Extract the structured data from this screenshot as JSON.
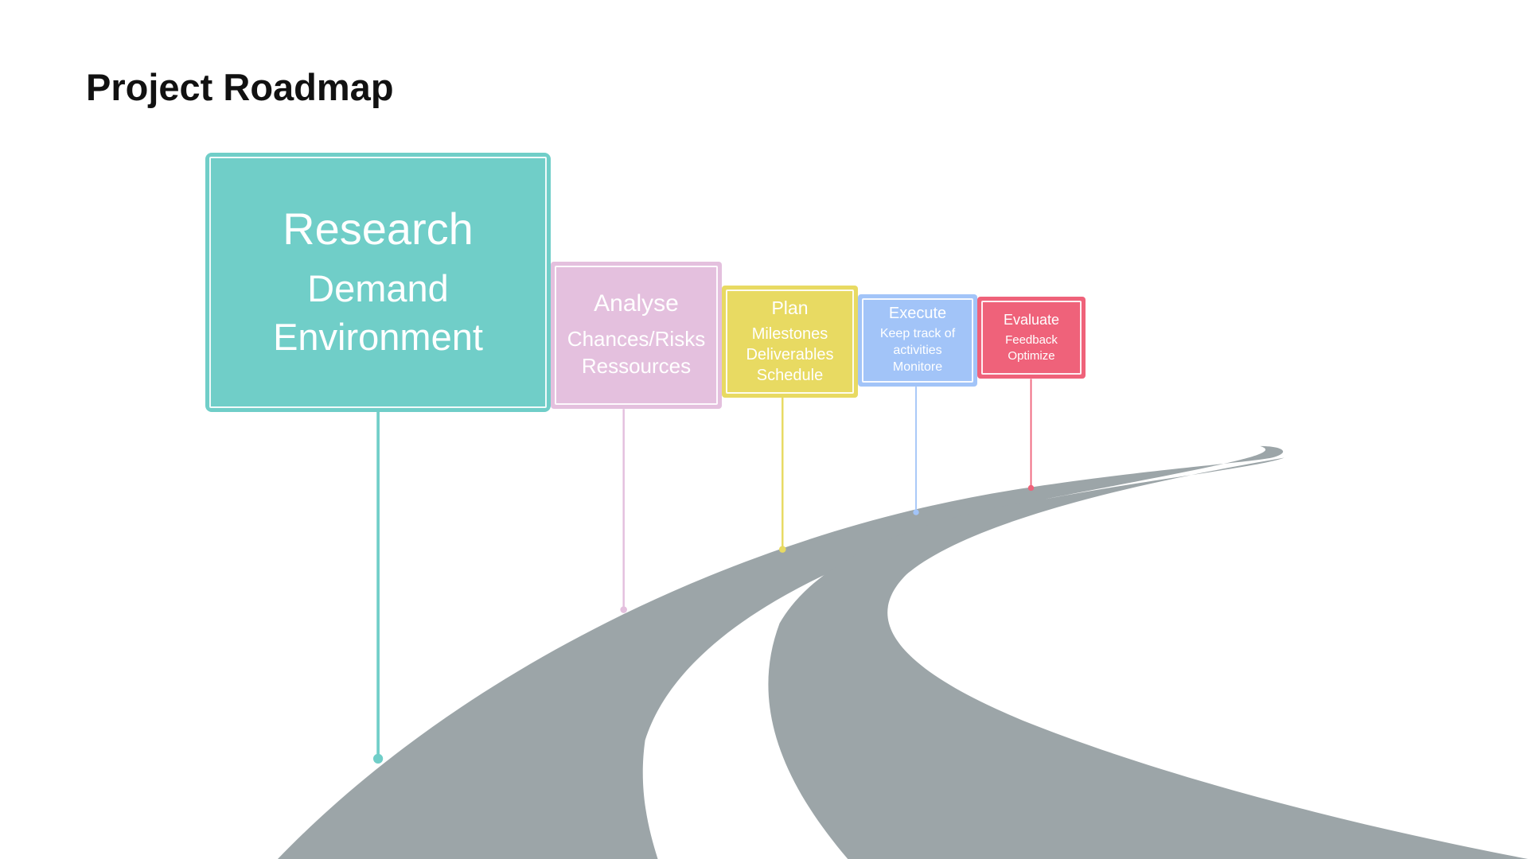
{
  "title": "Project Roadmap",
  "colors": {
    "road": "#9ca5a8",
    "research": "#70cec8",
    "analyse": "#e4c0de",
    "plan": "#e8da62",
    "execute": "#a2c4f8",
    "evaluate": "#ef627a"
  },
  "stages": [
    {
      "heading": "Research",
      "lines": [
        "Demand",
        "Environment"
      ]
    },
    {
      "heading": "Analyse",
      "lines": [
        "Chances/Risks",
        "Ressources"
      ]
    },
    {
      "heading": "Plan",
      "lines": [
        "Milestones",
        "Deliverables",
        "Schedule"
      ]
    },
    {
      "heading": "Execute",
      "lines": [
        "Keep track of",
        "activities",
        "Monitore"
      ]
    },
    {
      "heading": "Evaluate",
      "lines": [
        "Feedback",
        "Optimize"
      ]
    }
  ]
}
